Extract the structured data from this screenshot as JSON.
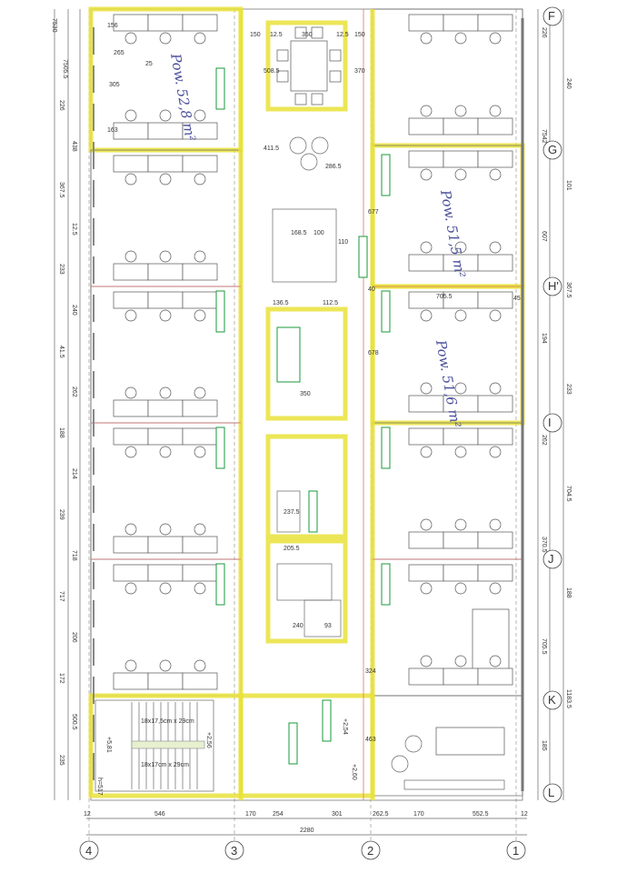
{
  "rooms": [
    {
      "label": "Pow. 52,8 m²"
    },
    {
      "label": "Pow. 51,5 m²"
    },
    {
      "label": "Pow. 51,6 m²"
    }
  ],
  "grid_columns": [
    "4",
    "3",
    "2",
    "1"
  ],
  "grid_rows": [
    "F",
    "G",
    "H'",
    "I",
    "J",
    "K",
    "L"
  ],
  "bottom_dimensions": [
    "12",
    "546",
    "170",
    "254",
    "301",
    "262.5",
    "170",
    "552.5",
    "12"
  ],
  "total_width": "2280",
  "core_dimensions": [
    "150",
    "12.5",
    "350",
    "12.5",
    "150",
    "508.5",
    "370",
    "411.5",
    "286.5",
    "168.5",
    "100",
    "110",
    "136.5",
    "112.5",
    "350",
    "237.5",
    "205.5",
    "240",
    "93"
  ],
  "room_dimensions": [
    "265",
    "305",
    "25",
    "156",
    "163",
    "705.5",
    "40",
    "45",
    "677",
    "678",
    "463",
    "324"
  ],
  "left_dimensions": [
    "7530",
    "7505.5",
    "226",
    "438",
    "367.5",
    "12.5",
    "233",
    "240",
    "41.5",
    "262",
    "188",
    "214",
    "239",
    "718",
    "717",
    "206",
    "172",
    "500.5",
    "235"
  ],
  "right_dimensions": [
    "226",
    "240",
    "7542",
    "101",
    "607",
    "367.5",
    "194",
    "233",
    "262",
    "704.5",
    "370.5",
    "188",
    "705.5",
    "1183.5",
    "185"
  ],
  "stairs": {
    "upper": "18x17,5cm x 29cm",
    "lower": "18x17cm x 29cm",
    "height": "h=517",
    "level": "+5,81",
    "level2": "+2,56",
    "level3": "+2,54",
    "level4": "+2,60"
  },
  "colors": {
    "walls": "#e9e23a",
    "equipment": "#1a9a3a",
    "partition": "#d77777",
    "handwriting": "#4a4f9a"
  }
}
